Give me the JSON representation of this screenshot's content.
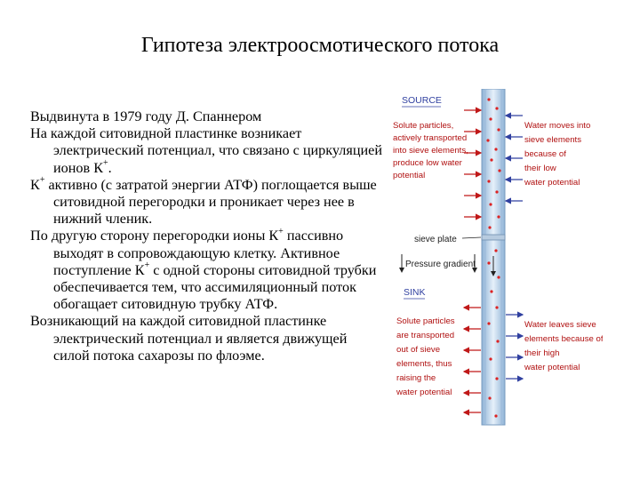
{
  "title": "Гипотеза электроосмотического потока",
  "paragraphs": [
    [
      "Выдвинута в 1979 году Д. Спаннером"
    ],
    [
      "На каждой ситовидной пластинке возникает электрический потенциал, что связано с циркуляцией ионов К",
      "+",
      "."
    ],
    [
      "К",
      "+",
      " активно (с затратой энергии АТФ) поглощается выше ситовидной перегородки и проникает через нее в нижний членик."
    ],
    [
      "По другую сторону перегородки ионы К",
      "+",
      " пассивно выходят в сопровождающую клетку. Активное поступление К",
      "+",
      " с одной стороны ситовидной трубки обеспечивается тем, что ассимиляционный поток обогащает ситовидную трубку АТФ."
    ],
    [
      "Возникающий на каждой ситовидной пластинке электрический потенциал и является движущей силой потока сахарозы по флоэме."
    ]
  ],
  "diagram": {
    "source": "SOURCE",
    "source_left": [
      "Solute particles,",
      "actively transported",
      "into sieve elements,",
      "produce low water",
      "potential"
    ],
    "source_right": [
      "Water moves into",
      "sieve elements",
      "because of",
      "their low",
      "water potential"
    ],
    "sieve_plate": "sieve plate",
    "pressure_gradient": "Pressure gradient",
    "sink": "SINK",
    "sink_left": [
      "Solute particles",
      "are transported",
      "out of sieve",
      "elements, thus",
      "raising the",
      "water potential"
    ],
    "sink_right": [
      "Water leaves sieve",
      "elements because of",
      "their high",
      "water potential"
    ],
    "colors": {
      "red": "#c01818",
      "blue": "#3040a0",
      "tube": "#c8ddef"
    }
  }
}
